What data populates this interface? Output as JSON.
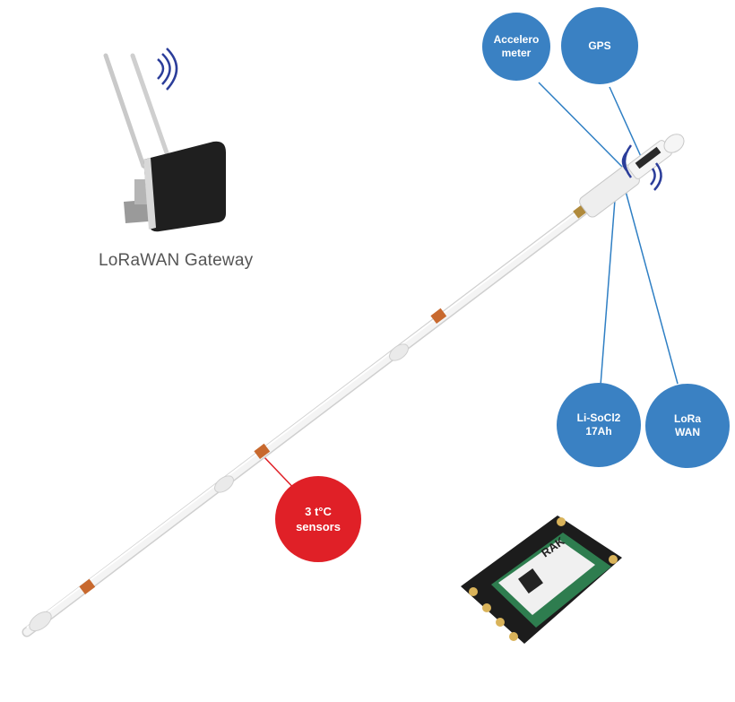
{
  "gateway": {
    "label": "LoRaWAN Gateway"
  },
  "bubbles": {
    "accelerometer": "Accelero\nmeter",
    "gps": "GPS",
    "battery": "Li-SoCl2\n17Ah",
    "lorawan": "LoRa\nWAN",
    "sensors": "3 t°C\nsensors"
  },
  "module": {
    "brand": "RAK"
  },
  "colors": {
    "bubble_blue": "#3a81c3",
    "bubble_red": "#e02027",
    "connector_blue": "#2f7fc4",
    "connector_red": "#e02027",
    "probe_body": "#f2f2f2",
    "sensor_band": "#c8692e",
    "pcb_green": "#2e7d4f",
    "pcb_black": "#1c1c1c"
  }
}
